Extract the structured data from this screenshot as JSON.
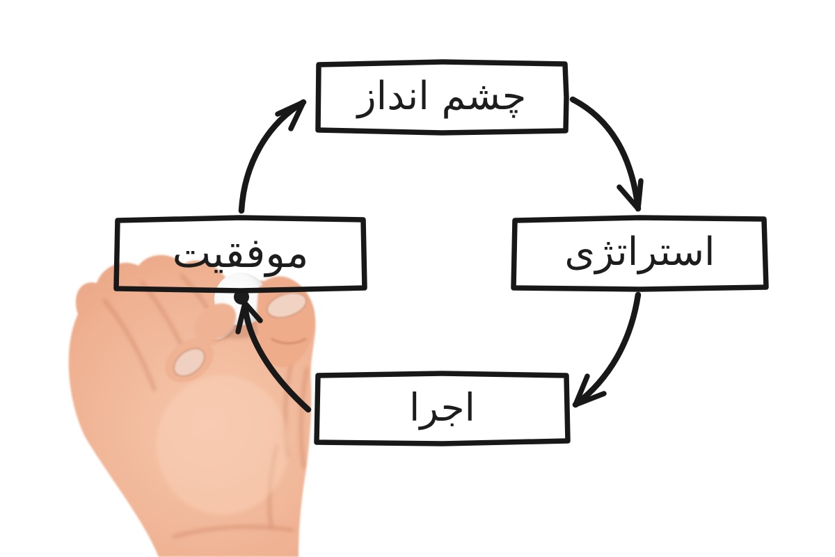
{
  "diagram": {
    "type": "cycle",
    "direction": "clockwise",
    "ink_color": "#1a1a1a",
    "background_color": "#ffffff",
    "nodes": [
      {
        "id": "vision",
        "label": "چشم انداز",
        "position": "top"
      },
      {
        "id": "strategy",
        "label": "استراتژی",
        "position": "right"
      },
      {
        "id": "execution",
        "label": "اجرا",
        "position": "bottom"
      },
      {
        "id": "success",
        "label": "موفقیت",
        "position": "left"
      }
    ],
    "arrows": [
      {
        "from": "success",
        "to": "vision"
      },
      {
        "from": "vision",
        "to": "strategy"
      },
      {
        "from": "strategy",
        "to": "execution"
      },
      {
        "from": "execution",
        "to": "marker-tip-at-success"
      }
    ]
  },
  "photo": {
    "subject": "hand-holding-marker",
    "skin_tone": "#e8a183",
    "marker_body_color": "#ffffff",
    "marker_tip_color": "#1c1c1c"
  }
}
